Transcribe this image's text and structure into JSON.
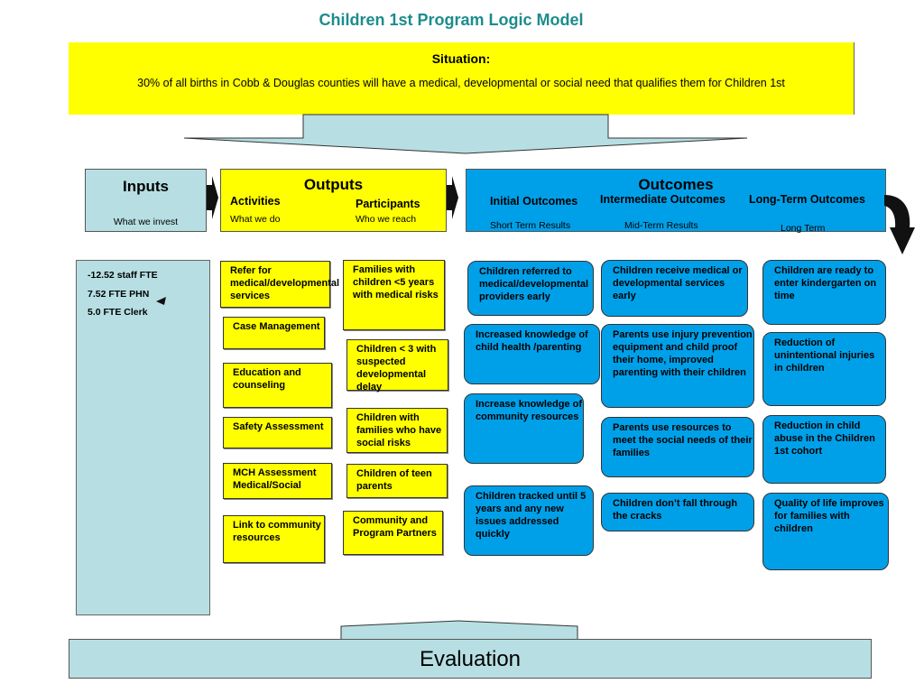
{
  "title": "Children 1st Program Logic Model",
  "situation": {
    "heading": "Situation:",
    "text": "30% of all births in Cobb & Douglas counties will have a medical, developmental or social need that qualifies them for Children 1st"
  },
  "inputs": {
    "heading": "Inputs",
    "subtitle": "What we invest",
    "items": [
      "-12.52 staff FTE",
      "7.52 FTE PHN",
      "5.0 FTE Clerk"
    ]
  },
  "outputs": {
    "heading": "Outputs",
    "activities_heading": "Activities",
    "activities_subtitle": "What we do",
    "participants_heading": "Participants",
    "participants_subtitle": "Who we reach",
    "activities": [
      "Refer for medical/developmental services",
      "Case Management",
      "Education and counseling",
      "Safety Assessment",
      "MCH Assessment Medical/Social",
      "Link to community resources"
    ],
    "participants": [
      "Families with children <5 years with medical risks",
      "Children < 3 with suspected developmental delay",
      "Children with families who have social risks",
      "Children of teen parents",
      "Community and Program Partners"
    ]
  },
  "outcomes": {
    "heading": "Outcomes",
    "initial_heading": "Initial Outcomes",
    "initial_subtitle": "Short Term Results",
    "intermediate_heading": "Intermediate Outcomes",
    "intermediate_subtitle": "Mid-Term Results",
    "long_heading": "Long-Term Outcomes",
    "long_subtitle": "Long Term",
    "initial": [
      "Children referred to medical/developmental providers early",
      "Increased knowledge of child health /parenting",
      "Increase knowledge of community resources",
      "Children tracked until 5 years and any new issues addressed quickly"
    ],
    "intermediate": [
      "Children receive medical or developmental services early",
      "Parents use injury prevention equipment and child proof their home, improved parenting with their children",
      "Parents use resources to meet the social needs of their families",
      "Children don’t fall through the cracks"
    ],
    "long": [
      "Children are ready to enter kindergarten on time",
      "Reduction of unintentional injuries in children",
      "Reduction in child abuse in the Children 1st cohort",
      "Quality of life improves for families with children"
    ]
  },
  "evaluation": "Evaluation",
  "colors": {
    "title": "#1c8c8c",
    "situation_bg": "#ffff00",
    "inputs_bg": "#b7dfe3",
    "outputs_bg": "#ffff00",
    "outcomes_bg": "#00a0e9",
    "evaluation_bg": "#b7dfe3"
  }
}
